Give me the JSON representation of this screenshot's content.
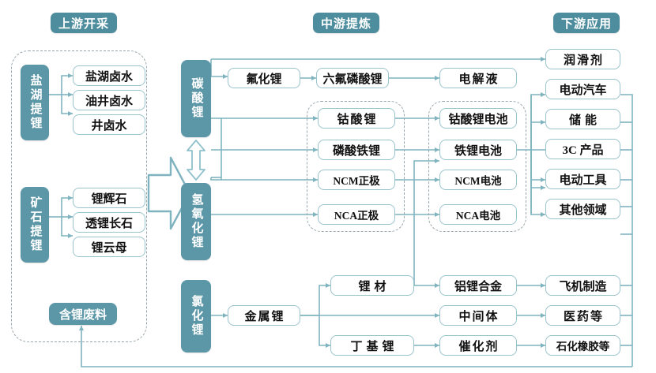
{
  "title": "锂产业链图",
  "colors": {
    "header_badge": "#4d8d9e",
    "solid_box": "#5c97a8",
    "box_border": "#9bc3cd",
    "wire": "#7eb3bf",
    "dashed_group": "#9aa6ad",
    "background": "#ffffff"
  },
  "headers": [
    {
      "id": "upstream",
      "label": "上游开采"
    },
    {
      "id": "midstream",
      "label": "中游提炼"
    },
    {
      "id": "downstream",
      "label": "下游应用"
    }
  ],
  "upstream": {
    "categories": [
      {
        "id": "brine",
        "label": "盐湖提锂",
        "sources": [
          {
            "label": "盐湖卤水"
          },
          {
            "label": "油井卤水"
          },
          {
            "label": "井卤水"
          }
        ]
      },
      {
        "id": "ore",
        "label": "矿石提锂",
        "sources": [
          {
            "label": "锂辉石"
          },
          {
            "label": "透锂长石"
          },
          {
            "label": "锂云母"
          }
        ]
      }
    ],
    "recycle": {
      "label": "含锂废料"
    }
  },
  "midstream": {
    "base_chemicals": [
      {
        "id": "li2co3",
        "label": "碳酸锂"
      },
      {
        "id": "lioh",
        "label": "氢氧化锂"
      },
      {
        "id": "licl",
        "label": "氯化锂"
      }
    ],
    "intermediates": [
      {
        "id": "lif",
        "label": "氟化锂"
      },
      {
        "id": "lipf6",
        "label": "六氟磷酸锂"
      },
      {
        "id": "electrolyte",
        "label": "电解液"
      },
      {
        "id": "li-metal",
        "label": "金属锂"
      }
    ],
    "cathodes": [
      {
        "label": "钴酸锂"
      },
      {
        "label": "磷酸铁锂"
      },
      {
        "label": "NCM正极"
      },
      {
        "label": "NCA正极"
      }
    ],
    "batteries": [
      {
        "label": "钴酸锂电池"
      },
      {
        "label": "铁锂电池"
      },
      {
        "label": "NCM电池"
      },
      {
        "label": "NCA电池"
      }
    ],
    "metal_products": [
      {
        "label": "锂材"
      },
      {
        "label": "丁基锂"
      }
    ],
    "metal_downstream": [
      {
        "label": "铝锂合金"
      },
      {
        "label": "中间体"
      },
      {
        "label": "催化剂"
      }
    ]
  },
  "downstream": {
    "applications": [
      {
        "label": "润滑剂"
      },
      {
        "label": "电动汽车"
      },
      {
        "label": "储能"
      },
      {
        "label": "3C 产品"
      },
      {
        "label": "电动工具"
      },
      {
        "label": "其他领域"
      }
    ],
    "industrial": [
      {
        "label": "飞机制造"
      },
      {
        "label": "医药等"
      },
      {
        "label": "石化橡胶等"
      }
    ]
  }
}
